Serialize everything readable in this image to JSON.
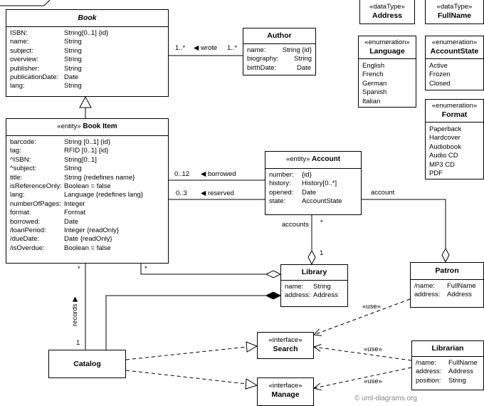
{
  "book": {
    "title": "Book",
    "attributes": [
      {
        "name": "ISBN:",
        "type": "String[0..1] {id}"
      },
      {
        "name": "name:",
        "type": "String"
      },
      {
        "name": "subject:",
        "type": "String"
      },
      {
        "name": "overview:",
        "type": "String"
      },
      {
        "name": "publisher:",
        "type": "String"
      },
      {
        "name": "publicationDate:",
        "type": "Date"
      },
      {
        "name": "lang:",
        "type": "String"
      }
    ]
  },
  "author": {
    "title": "Author",
    "attributes": [
      {
        "name": "name:",
        "type": "String {id}"
      },
      {
        "name": "biography:",
        "type": "String"
      },
      {
        "name": "birthDate:",
        "type": "Date"
      }
    ]
  },
  "book_item": {
    "stereotype": "«entity»",
    "title": "Book Item",
    "attributes": [
      {
        "name": "barcode:",
        "type": "String [0..1] {id}"
      },
      {
        "name": "tag:",
        "type": "RFID [0..1] {id}"
      },
      {
        "name": "^ISBN:",
        "type": "String[0..1]"
      },
      {
        "name": "^subject:",
        "type": "String"
      },
      {
        "name": "title:",
        "type": "String {redefines name}"
      },
      {
        "name": "isReferenceOnly:",
        "type": "Boolean = false"
      },
      {
        "name": "lang:",
        "type": "Language {redefines lang}"
      },
      {
        "name": "numberOfPages:",
        "type": "Integer"
      },
      {
        "name": "format:",
        "type": "Format"
      },
      {
        "name": "borrowed:",
        "type": "Date"
      },
      {
        "name": "/loanPeriod:",
        "type": "Integer {readOnly}"
      },
      {
        "name": "/dueDate:",
        "type": "Date {readOnly}"
      },
      {
        "name": "/isOverdue:",
        "type": "Boolean = false"
      }
    ]
  },
  "account": {
    "stereotype": "«entity»",
    "title": "Account",
    "attributes": [
      {
        "name": "number:",
        "type": "{id}"
      },
      {
        "name": "history:",
        "type": "History[0..*]"
      },
      {
        "name": "opened:",
        "type": "Date"
      },
      {
        "name": "state:",
        "type": "AccountState"
      }
    ]
  },
  "library": {
    "title": "Library",
    "attributes": [
      {
        "name": "name:",
        "type": "String"
      },
      {
        "name": "address:",
        "type": "Address"
      }
    ]
  },
  "patron": {
    "title": "Patron",
    "attributes": [
      {
        "name": "/name:",
        "type": "FullName"
      },
      {
        "name": "address:",
        "type": "Address"
      }
    ]
  },
  "librarian": {
    "title": "Librarian",
    "attributes": [
      {
        "name": "/name:",
        "type": "FullName"
      },
      {
        "name": "address:",
        "type": "Address"
      },
      {
        "name": "position:",
        "type": "String"
      }
    ]
  },
  "catalog": {
    "title": "Catalog"
  },
  "search": {
    "stereotype": "«interface»",
    "title": "Search"
  },
  "manage": {
    "stereotype": "«interface»",
    "title": "Manage"
  },
  "address_type": {
    "stereotype": "«dataType»",
    "title": "Address"
  },
  "fullname_type": {
    "stereotype": "«dataType»",
    "title": "FullName"
  },
  "language_enum": {
    "stereotype": "«enumeration»",
    "title": "Language",
    "literals": [
      "English",
      "French",
      "German",
      "Spanish",
      "Italian"
    ]
  },
  "account_state_enum": {
    "stereotype": "«enumeration»",
    "title": "AccountState",
    "literals": [
      "Active",
      "Frozen",
      "Closed"
    ]
  },
  "format_enum": {
    "stereotype": "«enumeration»",
    "title": "Format",
    "literals": [
      "Paperback",
      "Hardcover",
      "Audiobook",
      "Audio CD",
      "MP3 CD",
      "PDF"
    ]
  },
  "labels": {
    "wrote_left_mult": "1..*",
    "wrote": "◀ wrote",
    "wrote_right_mult": "1..*",
    "borrowed_mult": "0..12",
    "borrowed": "◀ borrowed",
    "reserved_mult": "0..3",
    "reserved": "◀ reserved",
    "account": "account",
    "accounts": "accounts",
    "accounts_star": "*",
    "library_one": "1",
    "bookitem_star_left": "*",
    "bookitem_star_right": "*",
    "records": "records ▶",
    "catalog_one": "1",
    "use_patron": "«use»",
    "use_librarian_search": "«use»",
    "use_librarian_manage": "«use»",
    "copyright": "© uml-diagrams.org"
  }
}
